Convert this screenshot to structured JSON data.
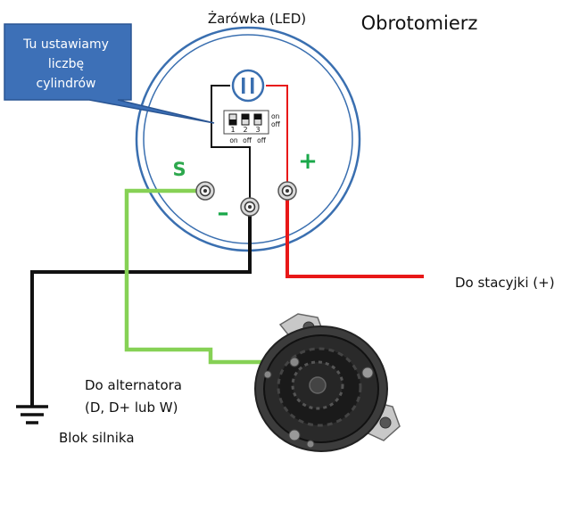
{
  "labels": {
    "bulb": "Żarówka (LED)",
    "title": "Obrotomierz",
    "callout_line1": "Tu ustawiamy",
    "callout_line2": "liczbę",
    "callout_line3": "cylindrów",
    "terminal_s": "S",
    "terminal_minus": "–",
    "terminal_plus": "+",
    "ignition": "Do stacyjki (+)",
    "alternator_line1": "Do alternatora",
    "alternator_line2": "(D, D+ lub W)",
    "engine_block": "Blok silnika"
  },
  "dip_switch": {
    "numbers": [
      "1",
      "2",
      "3"
    ],
    "side_on": "on",
    "side_off": "off",
    "bottom": [
      "on",
      "off",
      "off"
    ]
  },
  "colors": {
    "gauge_ring": "#3a6fb0",
    "callout_fill": "#3d70b7",
    "callout_border": "#2a5593",
    "wire_ground": "#111111",
    "wire_ignition": "#e81818",
    "wire_signal": "#86d155",
    "terminal_s": "#2da84d",
    "terminal_plus": "#1aa84a"
  }
}
